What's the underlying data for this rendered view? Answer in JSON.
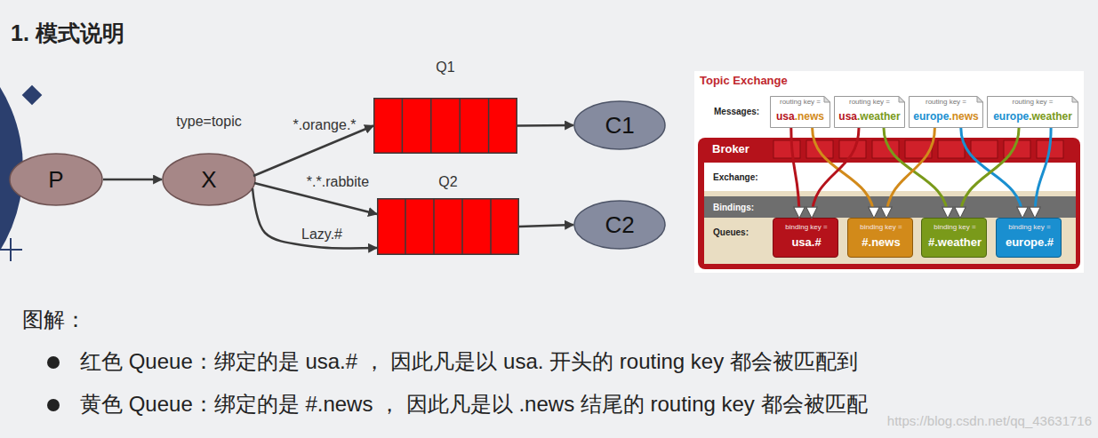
{
  "diagram": {
    "title": "1. 模式说明",
    "nodes": [
      {
        "text": [
          "P"
        ]
      },
      {
        "text": [
          "type=topic",
          "X"
        ]
      },
      {
        "text": [
          "Q1"
        ]
      },
      {
        "text": [
          "Q2"
        ]
      },
      {
        "text": [
          "C1"
        ]
      },
      {
        "text": [
          "C2"
        ]
      },
      {
        "text": [
          "Topic Exchange"
        ]
      },
      {
        "text": [
          "routing key =",
          "usa.news"
        ],
        "in": 6
      },
      {
        "text": [
          "routing key =",
          "usa.weather"
        ],
        "in": 6
      },
      {
        "text": [
          "routing key =",
          "europe.news"
        ],
        "in": 6
      },
      {
        "text": [
          "routing key =",
          "europe.weather"
        ],
        "in": 6
      },
      {
        "text": [
          "Broker"
        ],
        "in": 6
      },
      {
        "text": [
          "Exchange:"
        ],
        "in": 11
      },
      {
        "text": [
          "Bindings:"
        ],
        "in": 11
      },
      {
        "text": [
          "Queues:"
        ],
        "in": 11
      },
      {
        "text": [
          "binding key =",
          "usa.#"
        ],
        "in": 14
      },
      {
        "text": [
          "binding key =",
          "#.news"
        ],
        "in": 14
      },
      {
        "text": [
          "binding key =",
          "#.weather"
        ],
        "in": 14
      },
      {
        "text": [
          "binding key =",
          "europe.#"
        ],
        "in": 14
      }
    ],
    "edges": [
      {
        "from": 0,
        "to": 1,
        "arrow": "to"
      },
      {
        "from": 1,
        "to": 2,
        "label": "*.orange.*",
        "arrow": "to"
      },
      {
        "from": 1,
        "to": 3,
        "label": "*.*.rabbite",
        "arrow": "to"
      },
      {
        "from": 1,
        "to": 3,
        "label": "Lazy.#",
        "arrow": "to"
      },
      {
        "from": 2,
        "to": 4,
        "arrow": "to"
      },
      {
        "from": 3,
        "to": 5,
        "arrow": "to"
      },
      {
        "from": 7,
        "to": 15,
        "arrow": "to"
      },
      {
        "from": 7,
        "to": 16,
        "arrow": "to"
      },
      {
        "from": 8,
        "to": 15,
        "arrow": "to"
      },
      {
        "from": 8,
        "to": 17,
        "arrow": "to"
      },
      {
        "from": 9,
        "to": 16,
        "arrow": "to"
      },
      {
        "from": 9,
        "to": 18,
        "arrow": "to"
      },
      {
        "from": 10,
        "to": 17,
        "arrow": "to"
      },
      {
        "from": 10,
        "to": 18,
        "arrow": "to"
      }
    ],
    "labels": [
      "Messages:",
      "图解：",
      "红色 Queue：绑定的是 usa.# ， 因此凡是以 usa. 开头的 routing key 都会被匹配到",
      "黄色 Queue：绑定的是 #.news ， 因此凡是以 .news 结尾的 routing key 都会被匹配",
      "https://blog.csdn.net/qq_43631716"
    ]
  }
}
